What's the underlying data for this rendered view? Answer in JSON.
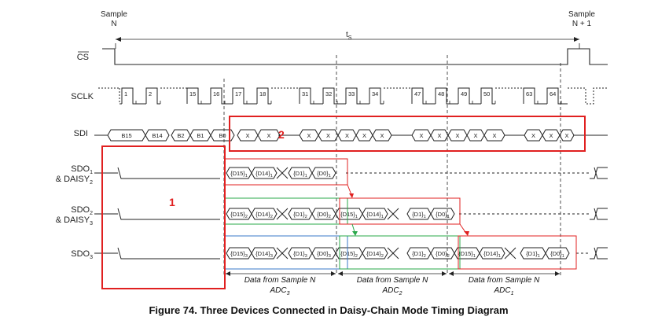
{
  "labels": {
    "sample_n": "Sample",
    "sample_n_sub": "N",
    "sample_n1": "Sample",
    "sample_n1_sub": "N + 1",
    "ts": "t",
    "ts_sub": "S",
    "cs": "CS",
    "sclk": "SCLK",
    "sdi": "SDI",
    "sdo1_a": "SDO",
    "sdo1_a_sub": "1",
    "sdo1_b": "& DAISY",
    "sdo1_b_sub": "2",
    "sdo2_a": "SDO",
    "sdo2_a_sub": "2",
    "sdo2_b": "& DAISY",
    "sdo2_b_sub": "3",
    "sdo3": "SDO",
    "sdo3_sub": "3"
  },
  "sclk_numbers": [
    "1",
    "2",
    "15",
    "16",
    "17",
    "18",
    "31",
    "32",
    "33",
    "34",
    "47",
    "48",
    "49",
    "50",
    "63",
    "64"
  ],
  "sdi_cells": [
    "B15",
    "B14",
    "B2",
    "B1",
    "B0",
    "X",
    "X",
    "X",
    "X",
    "X",
    "X",
    "X",
    "X",
    "X",
    "X",
    "X",
    "X",
    "X",
    "X",
    "X",
    "X",
    "X",
    "X"
  ],
  "sdo1_cells": [
    {
      "t": "{D15}",
      "s": "1"
    },
    {
      "t": "{D14}",
      "s": "1"
    },
    {
      "t": "{D1}",
      "s": "1"
    },
    {
      "t": "{D0}",
      "s": "1"
    }
  ],
  "sdo2_cells": [
    {
      "t": "{D15}",
      "s": "2"
    },
    {
      "t": "{D14}",
      "s": "2"
    },
    {
      "t": "{D1}",
      "s": "2"
    },
    {
      "t": "{D0}",
      "s": "2"
    },
    {
      "t": "{D15}",
      "s": "1"
    },
    {
      "t": "{D14}",
      "s": "1"
    },
    {
      "t": "{D1}",
      "s": "1"
    },
    {
      "t": "{D0}",
      "s": "1"
    }
  ],
  "sdo3_cells": [
    {
      "t": "{D15}",
      "s": "3"
    },
    {
      "t": "{D14}",
      "s": "3"
    },
    {
      "t": "{D1}",
      "s": "3"
    },
    {
      "t": "{D0}",
      "s": "3"
    },
    {
      "t": "{D15}",
      "s": "2"
    },
    {
      "t": "{D14}",
      "s": "2"
    },
    {
      "t": "{D1}",
      "s": "2"
    },
    {
      "t": "{D0}",
      "s": "2"
    },
    {
      "t": "{D15}",
      "s": "1"
    },
    {
      "t": "{D14}",
      "s": "1"
    },
    {
      "t": "{D1}",
      "s": "1"
    },
    {
      "t": "{D0}",
      "s": "1"
    }
  ],
  "footer": [
    {
      "line1": "Data from Sample N",
      "line2": "ADC",
      "sub": "3"
    },
    {
      "line1": "Data from Sample N",
      "line2": "ADC",
      "sub": "2"
    },
    {
      "line1": "Data from Sample N",
      "line2": "ADC",
      "sub": "1"
    }
  ],
  "callouts": {
    "one": "1",
    "two": "2"
  },
  "caption": "Figure 74.  Three Devices Connected in Daisy-Chain Mode Timing Diagram",
  "colors": {
    "red": "#e02020",
    "green": "#2aa84a",
    "blue": "#3a78c8",
    "ink": "#222222"
  }
}
